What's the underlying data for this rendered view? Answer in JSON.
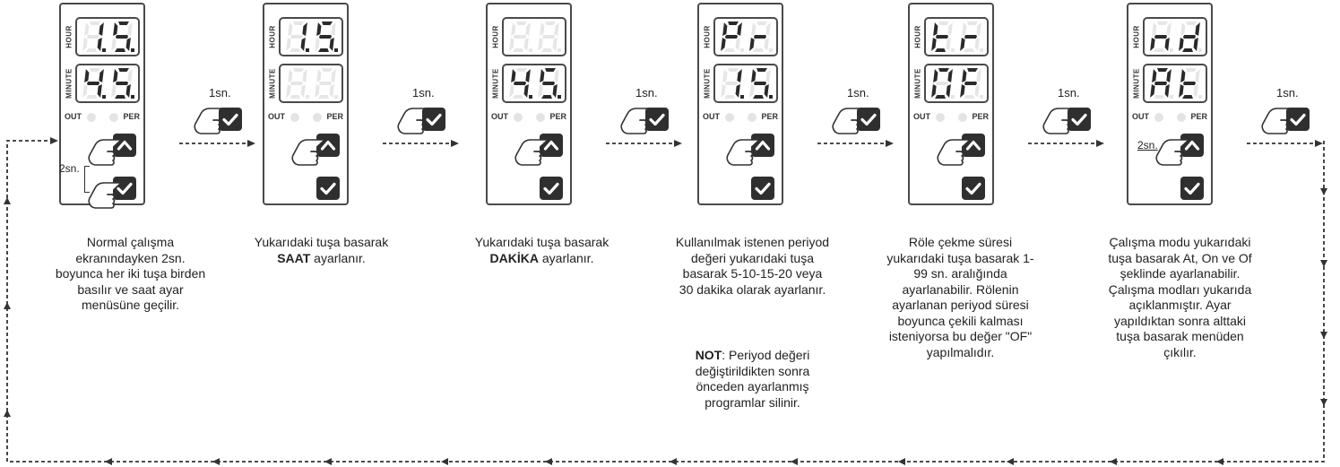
{
  "panels": [
    {
      "hour": "1.5.",
      "minute": "4.5.",
      "out": "OUT",
      "per": "PER",
      "hour_label": "HOUR",
      "minute_label": "MINUTE",
      "hold": "2sn."
    },
    {
      "hour": "1.5.",
      "minute": "",
      "out": "OUT",
      "per": "PER",
      "hour_label": "HOUR",
      "minute_label": "MINUTE"
    },
    {
      "hour": "",
      "minute": "4.5.",
      "out": "OUT",
      "per": "PER",
      "hour_label": "HOUR",
      "minute_label": "MINUTE"
    },
    {
      "hour": "Pr",
      "minute": "1.5.",
      "out": "OUT",
      "per": "PER",
      "hour_label": "HOUR",
      "minute_label": "MINUTE"
    },
    {
      "hour": "tr",
      "minute": "OF",
      "out": "OUT",
      "per": "PER",
      "hour_label": "HOUR",
      "minute_label": "MINUTE"
    },
    {
      "hour": "nd",
      "minute": "At",
      "out": "OUT",
      "per": "PER",
      "hour_label": "HOUR",
      "minute_label": "MINUTE",
      "hold": "2sn."
    }
  ],
  "step_labels": [
    "1sn.",
    "1sn.",
    "1sn.",
    "1sn.",
    "1sn.",
    "1sn."
  ],
  "descriptions": [
    {
      "text": "Normal çalışma ekranındayken 2sn. boyunca her iki tuşa birden basılır ve saat ayar menüsüne geçilir."
    },
    {
      "text_before": "Yukarıdaki tuşa basarak ",
      "bold": "SAAT",
      "text_after": " ayarlanır."
    },
    {
      "text_before": "Yukarıdaki tuşa basarak ",
      "bold": "DAKİKA",
      "text_after": " ayarlanır."
    },
    {
      "text": "Kullanılmak istenen periyod değeri yukarıdaki tuşa basarak 5-10-15-20 veya 30 dakika olarak ayarlanır.",
      "note_bold": "NOT",
      "note_text": ": Periyod değeri değiştirildikten sonra önceden ayarlanmış programlar silinir."
    },
    {
      "text": "Röle çekme süresi yukarıdaki tuşa basarak 1-99 sn. aralığında ayarlanabilir. Rölenin ayarlanan periyod süresi boyunca çekili kalması isteniyorsa bu değer \"OF\" yapılmalıdır."
    },
    {
      "text": "Çalışma modu yukarıdaki tuşa basarak At, On ve Of şeklinde ayarlanabilir. Çalışma modları yukarıda açıklanmıştır. Ayar yapıldıktan sonra alttaki tuşa basarak menüden çıkılır."
    }
  ],
  "icons": {
    "up": "up-arrow-button-icon",
    "check": "check-button-icon",
    "hand": "pointing-hand-icon"
  },
  "colors": {
    "button": "#2f2f2f",
    "segment_on": "#2a2a2a",
    "segment_off": "#e6e6e6",
    "line": "#333333"
  }
}
